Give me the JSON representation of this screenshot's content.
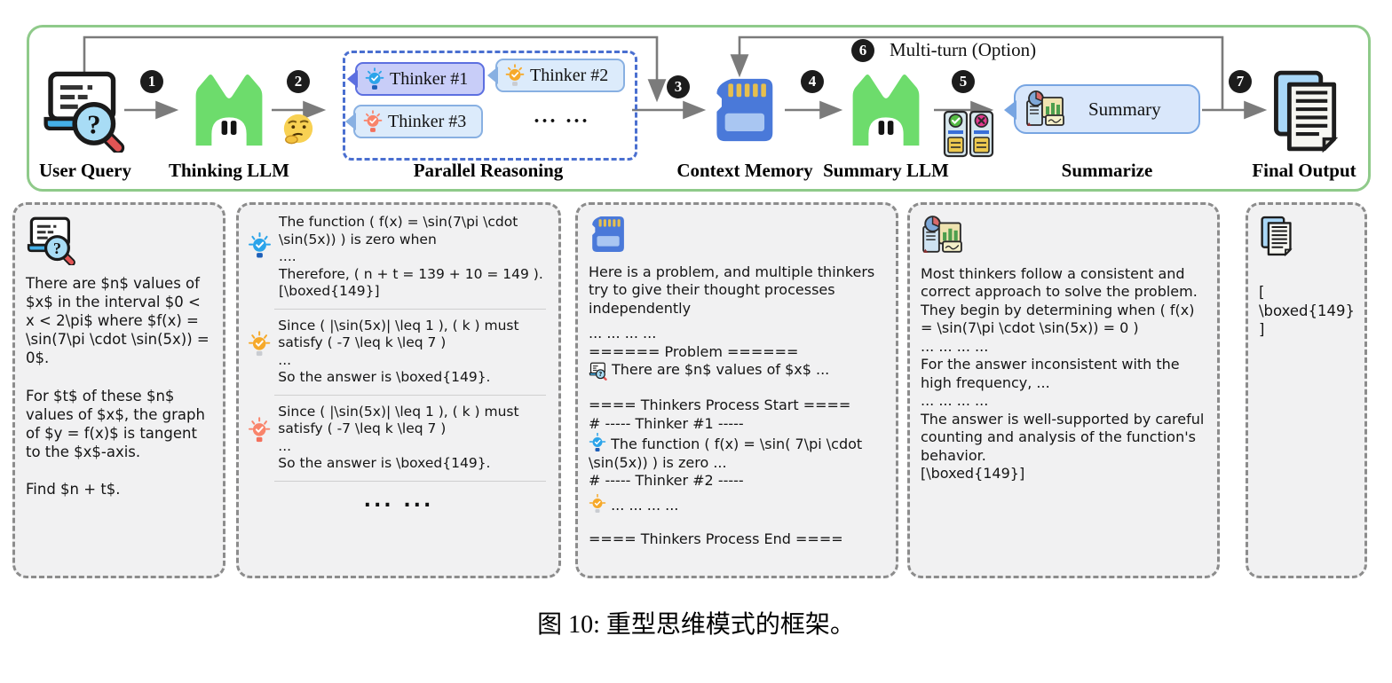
{
  "diagram": {
    "stage_labels": [
      "User Query",
      "Thinking LLM",
      "Parallel Reasoning",
      "Context Memory",
      "Summary LLM",
      "Summarize",
      "Final Output"
    ],
    "steps": [
      "1",
      "2",
      "3",
      "4",
      "5",
      "6",
      "7"
    ],
    "multi_turn": "Multi-turn (Option)",
    "thinker1": "Thinker #1",
    "thinker2": "Thinker #2",
    "thinker3": "Thinker #3",
    "thinker_dots": "... ...",
    "summary_bubble": "Summary",
    "icons": [
      "laptop-search-icon",
      "minimax-llm-icon",
      "thinking-face-icon",
      "lightbulb-check-icon",
      "sd-card-icon",
      "verify-cards-icon",
      "summary-report-icon",
      "documents-icon"
    ],
    "colors": {
      "frame_green": "#8fca8a",
      "logo_green": "#6ddc6c",
      "arrow_gray": "#7b7b7b",
      "parallel_dash_blue": "#4a6fd0",
      "badge1_fill": "#c8cdf8",
      "badge_fill": "#dcebfb",
      "bubble_fill": "#d9e7fb",
      "panel_bg": "#f1f1f2",
      "bulb_blue": "#2ba4ea",
      "bulb_yellow": "#f6a92a",
      "bulb_orange": "#f9846b"
    }
  },
  "panels": {
    "query": {
      "text": "There are $n$ values of $x$ in the interval $0 < x < 2\\pi$ where $f(x) = \\sin(7\\pi \\cdot \\sin(5x)) = 0$.\n\nFor $t$ of these $n$ values of $x$, the graph of $y = f(x)$ is tangent to the $x$-axis.\n\nFind $n + t$."
    },
    "thinkers": {
      "items": [
        {
          "text": "The function ( f(x) = \\sin(7\\pi \\cdot \\sin(5x)) ) is zero when\n....\nTherefore, ( n + t = 139 + 10 = 149 ). [\\boxed{149}]"
        },
        {
          "text": "Since ( |\\sin(5x)| \\leq 1 ), ( k ) must satisfy ( -7 \\leq k \\leq 7 )\n...\nSo the answer is \\boxed{149}."
        },
        {
          "text": "Since ( |\\sin(5x)| \\leq 1 ), ( k ) must satisfy ( -7 \\leq k \\leq 7 )\n...\nSo the answer is \\boxed{149}."
        }
      ],
      "more": "... ..."
    },
    "memory": {
      "intro": "Here is a problem, and multiple thinkers try to give their thought processes independently",
      "dots1": "... ... ... ...",
      "problem_header": "====== Problem ======",
      "problem_line": "There are $n$ values of $x$ ...",
      "start_header": "==== Thinkers Process Start ====",
      "t1_header": "# ----- Thinker #1 -----",
      "t1_text": "The function ( f(x) = \\sin( 7\\pi \\cdot \\sin(5x)) ) is zero ...",
      "t2_header": "# ----- Thinker #2 -----",
      "t2_text": "... ... ... ...",
      "end_header": "==== Thinkers Process End ===="
    },
    "summary": {
      "text": "Most thinkers follow a consistent and correct approach to solve the problem.\nThey begin by determining when ( f(x) = \\sin(7\\pi \\cdot \\sin(5x)) = 0 )\n... ... ... ...\nFor the answer inconsistent with the high frequency, ...\n... ... ... ...\nThe answer is well-supported by careful counting and analysis of the function's behavior.\n[\\boxed{149}]"
    },
    "output": {
      "text": "[\n\\boxed{149}\n]"
    }
  },
  "caption": "图 10: 重型思维模式的框架。"
}
